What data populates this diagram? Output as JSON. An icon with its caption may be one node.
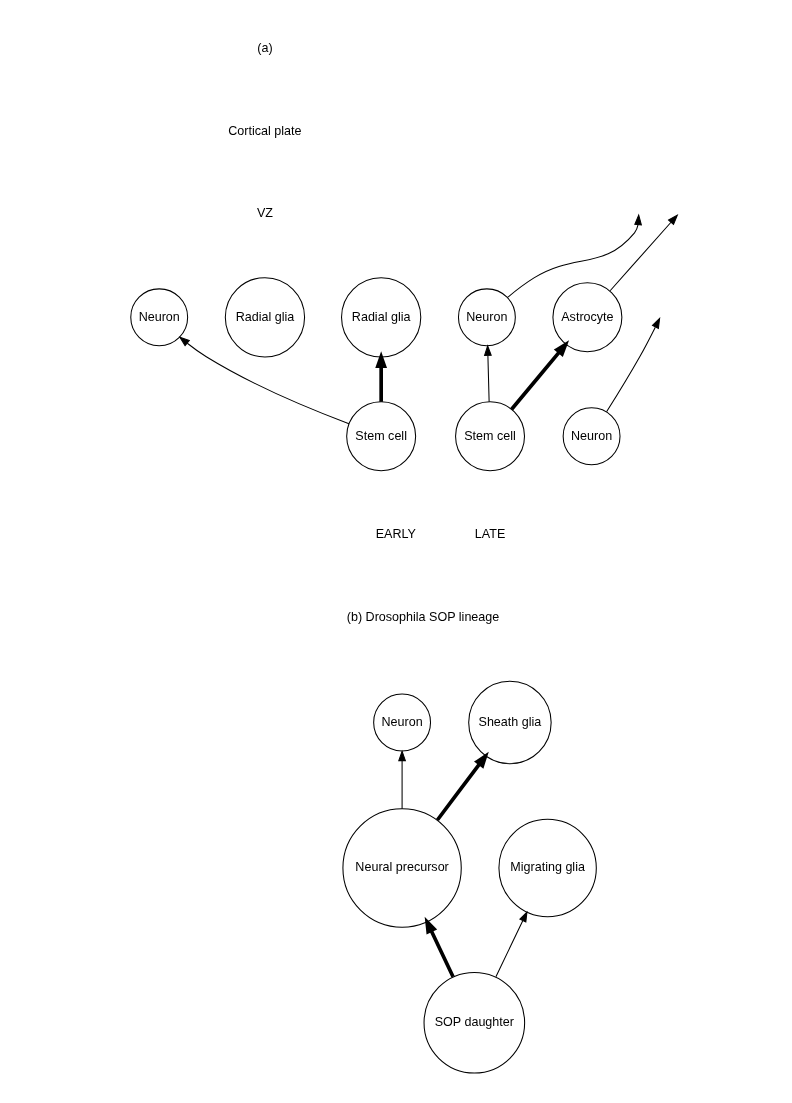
{
  "diagram": {
    "nodes": [
      {
        "text": [
          "Neuron"
        ]
      },
      {
        "text": [
          "Radial glia"
        ]
      },
      {
        "text": [
          "Stem cell"
        ]
      },
      {
        "text": [
          "Radial glia"
        ]
      },
      {
        "text": [
          "Neuron"
        ]
      },
      {
        "text": [
          "Neuron"
        ]
      },
      {
        "text": [
          "Astrocyte"
        ]
      },
      {
        "text": [
          "Stem cell"
        ]
      },
      {
        "text": [
          "Neuron"
        ]
      },
      {
        "text": [
          "Sheath glia"
        ]
      },
      {
        "text": [
          "Neural precursor"
        ]
      },
      {
        "text": [
          "Migrating glia"
        ]
      },
      {
        "text": [
          "SOP daughter"
        ]
      }
    ],
    "edges": [
      {
        "from": 2,
        "to": 0,
        "arrow": "to"
      },
      {
        "from": 2,
        "to": 1,
        "arrow": "to",
        "style": "thick"
      },
      {
        "from": 4,
        "to": null,
        "arrow": "to"
      },
      {
        "from": 7,
        "to": 5,
        "arrow": "to"
      },
      {
        "from": 7,
        "to": 6,
        "arrow": "to",
        "style": "thick"
      },
      {
        "from": 5,
        "to": null,
        "arrow": "to"
      },
      {
        "from": 6,
        "to": null,
        "arrow": "to"
      },
      {
        "from": 10,
        "to": 8,
        "arrow": "to"
      },
      {
        "from": 10,
        "to": 9,
        "arrow": "to",
        "style": "thick"
      },
      {
        "from": 12,
        "to": 10,
        "arrow": "to",
        "style": "thick"
      },
      {
        "from": 12,
        "to": 11,
        "arrow": "to"
      }
    ],
    "labels": [
      "(a)",
      "Cortical plate",
      "VZ",
      "EARLY",
      "LATE",
      "(b) Drosophila SOP lineage"
    ]
  }
}
